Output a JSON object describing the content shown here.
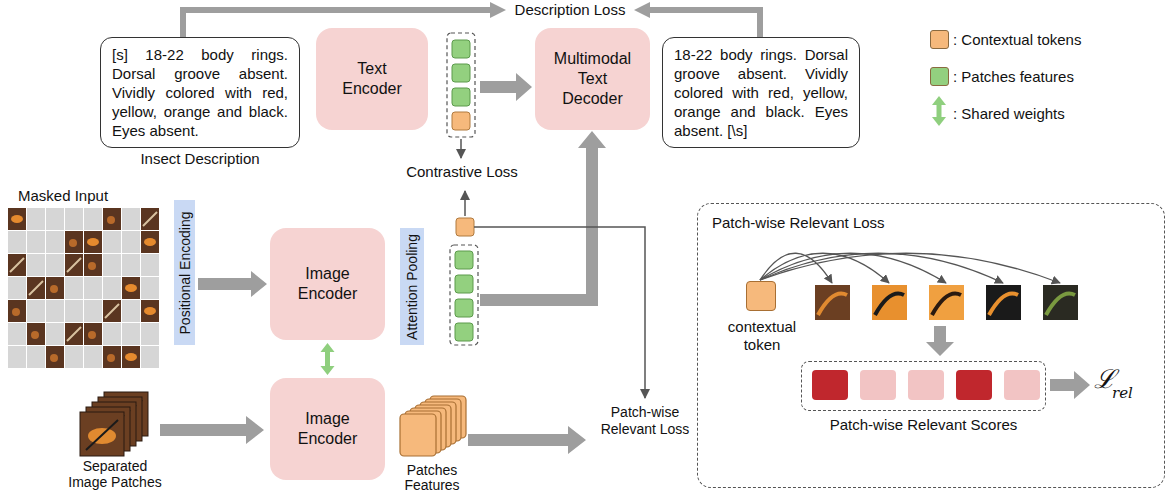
{
  "diagram": {
    "nodes": [
      {
        "text": [
          "[s] 18-22 body rings. Dorsal groove absent. Vividly colored with red, yellow, orange and black. Eyes absent.",
          "Insect Description"
        ]
      },
      {
        "text": [
          "Text Encoder"
        ]
      },
      {
        "text": [
          "Multimodal Text Decoder"
        ]
      },
      {
        "text": [
          "18-22 body rings. Dorsal groove absent. Vividly colored with red, yellow, orange and black. Eyes absent. [\\s]"
        ]
      },
      {
        "text": [
          "Positional Encoding"
        ]
      },
      {
        "text": [
          "Image Encoder"
        ]
      },
      {
        "text": [
          "Attention Pooling"
        ]
      },
      {
        "text": [
          "Patch-wise Relevant Loss"
        ]
      },
      {
        "text": [
          "contextual token"
        ],
        "in": 7
      },
      {
        "text": [
          "Patch-wise Relevant Scores"
        ],
        "in": 7
      },
      {
        "text": [
          "Image Encoder"
        ]
      }
    ],
    "edges": [
      {
        "from": 4,
        "to": 5,
        "arrow": "to"
      },
      {
        "from": 5,
        "to": 10,
        "arrow": "both"
      }
    ],
    "labels": [
      "Description Loss",
      "Contrastive Loss",
      "Masked Input",
      "Separated Image Patches",
      "Patch-wise Relevant Loss",
      "Patches Features",
      "ℒ",
      "rel"
    ],
    "legend": [
      {
        "text": ": Contextual tokens",
        "color": "#f6b97c"
      },
      {
        "text": ": Patches features",
        "color": "#93d07f"
      },
      {
        "text": ": Shared weights"
      }
    ]
  }
}
